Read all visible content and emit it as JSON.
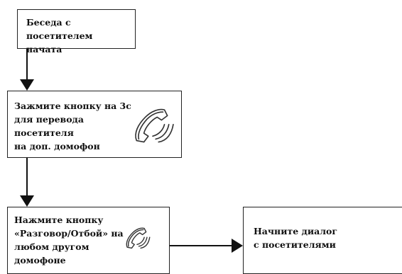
{
  "nodes": {
    "start": {
      "text": "Беседа с посетителем\nначата"
    },
    "hold": {
      "text": "Зажмите кнопку на 3с\nдля перевода\nпосетителя\nна доп. домофон",
      "icon": "handset-icon"
    },
    "press": {
      "text": "Нажмите кнопку\n«Разговор/Отбой» на\nлюбом другом\nдомофоне",
      "icon": "handset-icon"
    },
    "dialog": {
      "text": "Начните диалог\nс посетителями"
    }
  },
  "edges": [
    {
      "from": "start",
      "to": "hold"
    },
    {
      "from": "hold",
      "to": "press"
    },
    {
      "from": "press",
      "to": "dialog"
    }
  ],
  "colors": {
    "line": "#111111",
    "border": "#222222",
    "text": "#111111"
  }
}
